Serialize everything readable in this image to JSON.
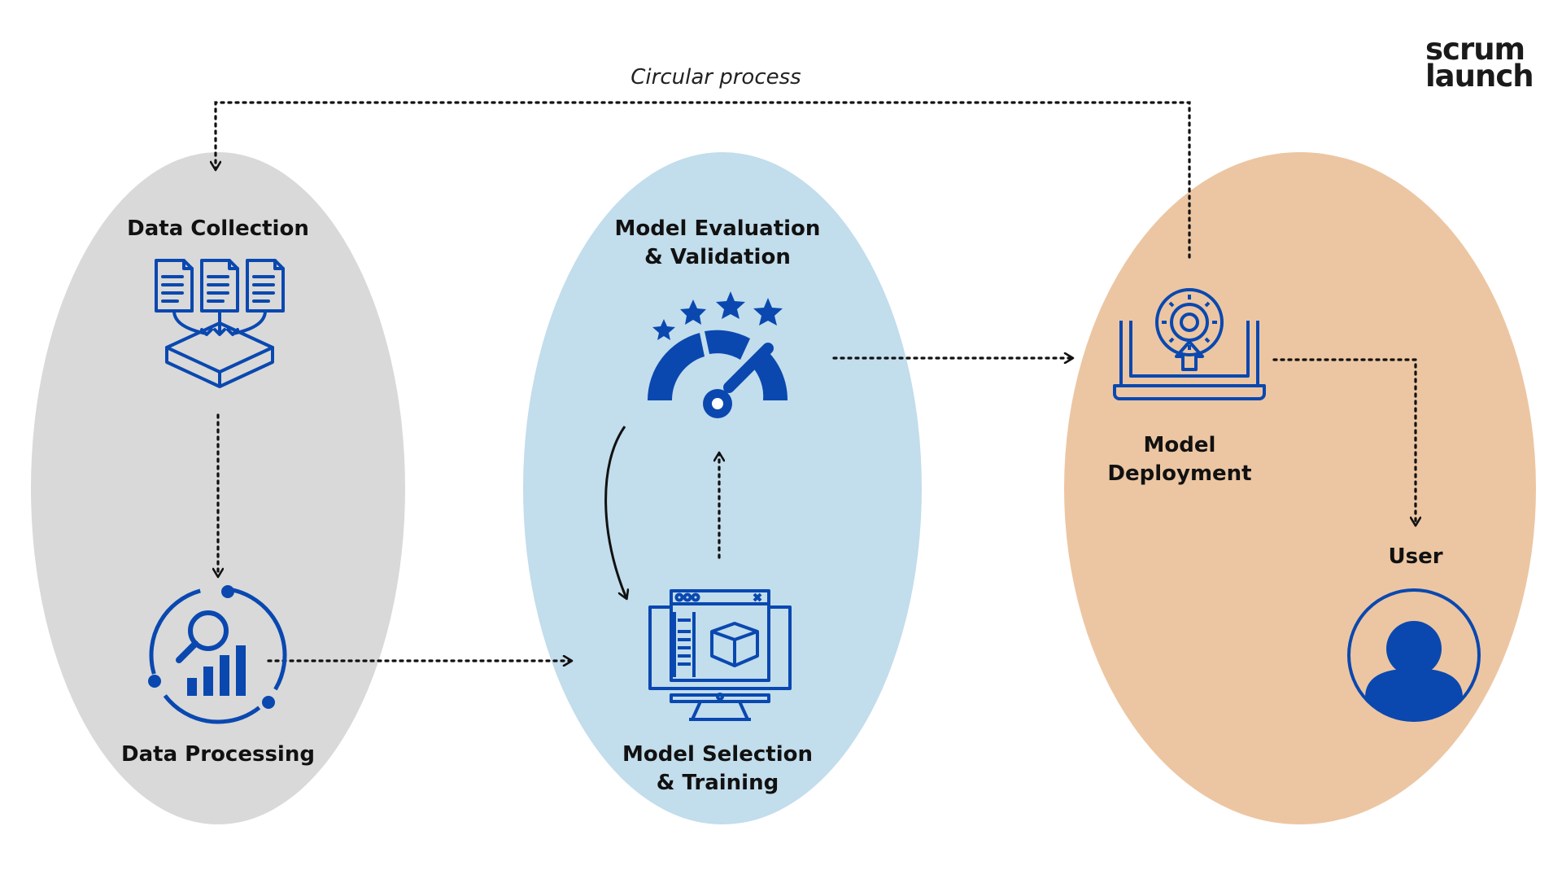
{
  "caption": "Circular process",
  "logo": {
    "line1": "scrum",
    "line2": "launch"
  },
  "colors": {
    "icon": "#0a48b0",
    "zone_data": "#d9d9d9",
    "zone_model": "#c2ddec",
    "zone_deploy": "#ecc6a2",
    "arrow": "#111111"
  },
  "nodes": {
    "data_collection": {
      "label": "Data Collection",
      "icon": "documents-to-database-icon"
    },
    "data_processing": {
      "label": "Data Processing",
      "icon": "analytics-cycle-icon"
    },
    "model_selection": {
      "line1": "Model Selection",
      "line2": "& Training",
      "icon": "ai-model-monitor-icon"
    },
    "model_evaluation": {
      "line1": "Model Evaluation",
      "line2": "& Validation",
      "icon": "rating-gauge-icon"
    },
    "model_deployment": {
      "line1": "Model",
      "line2": "Deployment",
      "icon": "laptop-gear-upload-icon"
    },
    "user": {
      "label": "User",
      "icon": "user-avatar-icon"
    }
  }
}
